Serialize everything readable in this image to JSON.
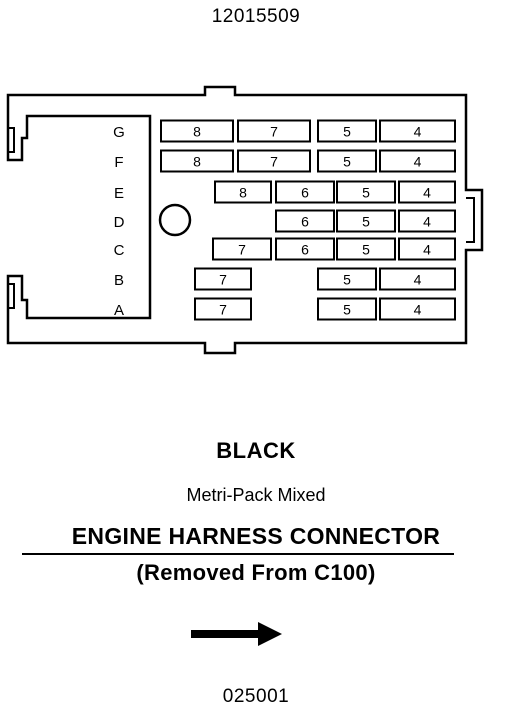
{
  "header": {
    "part_number": "12015509"
  },
  "connector": {
    "row_letters": [
      "G",
      "F",
      "E",
      "D",
      "C",
      "B",
      "A"
    ],
    "cavities": [
      {
        "row": "G",
        "col": 0,
        "label": "8"
      },
      {
        "row": "G",
        "col": 1,
        "label": "7"
      },
      {
        "row": "G",
        "col": 4,
        "label": "5"
      },
      {
        "row": "G",
        "col": 5,
        "label": "4"
      },
      {
        "row": "F",
        "col": 0,
        "label": "8"
      },
      {
        "row": "F",
        "col": 1,
        "label": "7"
      },
      {
        "row": "F",
        "col": 4,
        "label": "5"
      },
      {
        "row": "F",
        "col": 5,
        "label": "4"
      },
      {
        "row": "E",
        "col": 2,
        "label": "8"
      },
      {
        "row": "E",
        "col": 3,
        "label": "6"
      },
      {
        "row": "E",
        "col": 4,
        "label": "5"
      },
      {
        "row": "E",
        "col": 5,
        "label": "4"
      },
      {
        "row": "D",
        "col": 3,
        "label": "6"
      },
      {
        "row": "D",
        "col": 4,
        "label": "5"
      },
      {
        "row": "D",
        "col": 5,
        "label": "4"
      },
      {
        "row": "C",
        "col": 2,
        "label": "7"
      },
      {
        "row": "C",
        "col": 3,
        "label": "6"
      },
      {
        "row": "C",
        "col": 4,
        "label": "5"
      },
      {
        "row": "C",
        "col": 5,
        "label": "4"
      },
      {
        "row": "B",
        "col": 6,
        "label": "7"
      },
      {
        "row": "B",
        "col": 4,
        "label": "5"
      },
      {
        "row": "B",
        "col": 5,
        "label": "4"
      },
      {
        "row": "A",
        "col": 6,
        "label": "7"
      },
      {
        "row": "A",
        "col": 4,
        "label": "5"
      },
      {
        "row": "A",
        "col": 5,
        "label": "4"
      }
    ]
  },
  "labels": {
    "color": "BLACK",
    "type": "Metri-Pack Mixed",
    "title": "ENGINE HARNESS CONNECTOR",
    "subtitle": "(Removed From C100)",
    "footer_code": "025001"
  },
  "arrow": {
    "direction": "right"
  }
}
